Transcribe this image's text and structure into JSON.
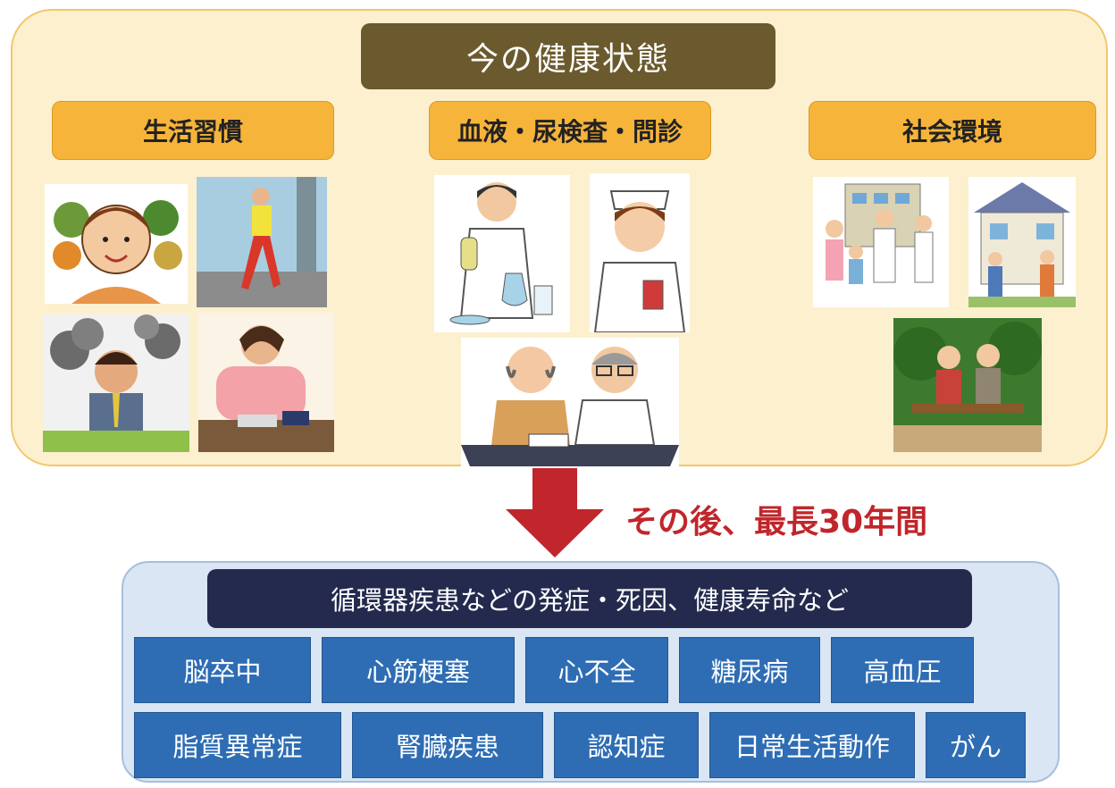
{
  "header": {
    "title": "今の健康状態"
  },
  "categories": [
    {
      "label": "生活習慣"
    },
    {
      "label": "血液・尿検査・問診"
    },
    {
      "label": "社会環境"
    }
  ],
  "transition": {
    "label": "その後、最長30年間"
  },
  "outcomes": {
    "title": "循環器疾患などの発症・死因、健康寿命など",
    "row1": [
      "脳卒中",
      "心筋梗塞",
      "心不全",
      "糖尿病",
      "高血圧"
    ],
    "row2": [
      "脂質異常症",
      "腎臓疾患",
      "認知症",
      "日常生活動作",
      "がん"
    ]
  },
  "colors": {
    "panel_top": "#fdf0cf",
    "title_brown": "#6b5a2d",
    "category_orange": "#f6b43b",
    "arrow_red": "#c0262b",
    "panel_bottom": "#dae6f4",
    "title_navy": "#232a4e",
    "box_blue": "#2e6db4"
  }
}
